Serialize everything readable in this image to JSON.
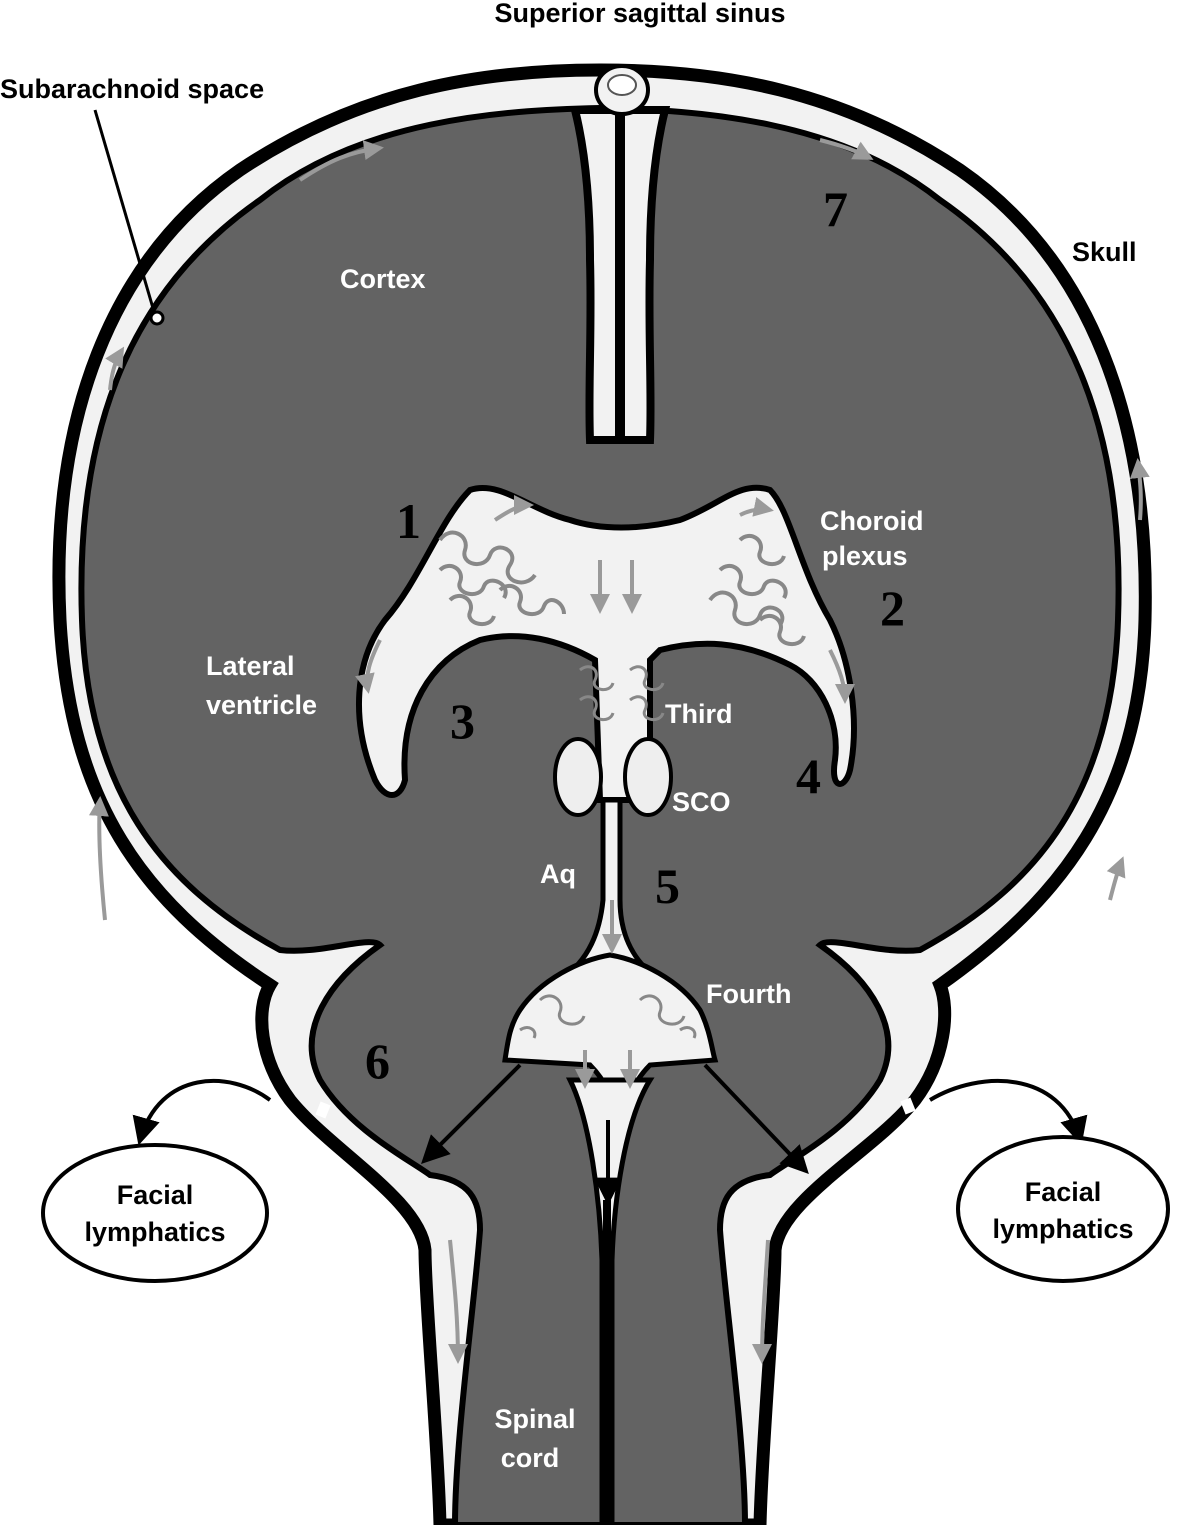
{
  "labels": {
    "superior_sagittal_sinus": "Superior sagittal sinus",
    "subarachnoid_space": "Subarachnoid space",
    "skull": "Skull",
    "cortex": "Cortex",
    "choroid_plexus_1": "Choroid",
    "choroid_plexus_2": "plexus",
    "lateral_ventricle_1": "Lateral",
    "lateral_ventricle_2": "ventricle",
    "third": "Third",
    "sco": "SCO",
    "aq": "Aq",
    "fourth": "Fourth",
    "facial_lymphatics_left_1": "Facial",
    "facial_lymphatics_left_2": "lymphatics",
    "facial_lymphatics_right_1": "Facial",
    "facial_lymphatics_right_2": "lymphatics",
    "spinal_cord_1": "Spinal",
    "spinal_cord_2": "cord"
  },
  "numbers": {
    "n1": "1",
    "n2": "2",
    "n3": "3",
    "n4": "4",
    "n5": "5",
    "n6": "6",
    "n7": "7"
  },
  "colors": {
    "brain_tissue": "#636363",
    "csf_space": "#f2f2f2",
    "outline": "#000000",
    "flow_arrow": "#9a9a9a",
    "plexus": "#bdbdbd"
  }
}
